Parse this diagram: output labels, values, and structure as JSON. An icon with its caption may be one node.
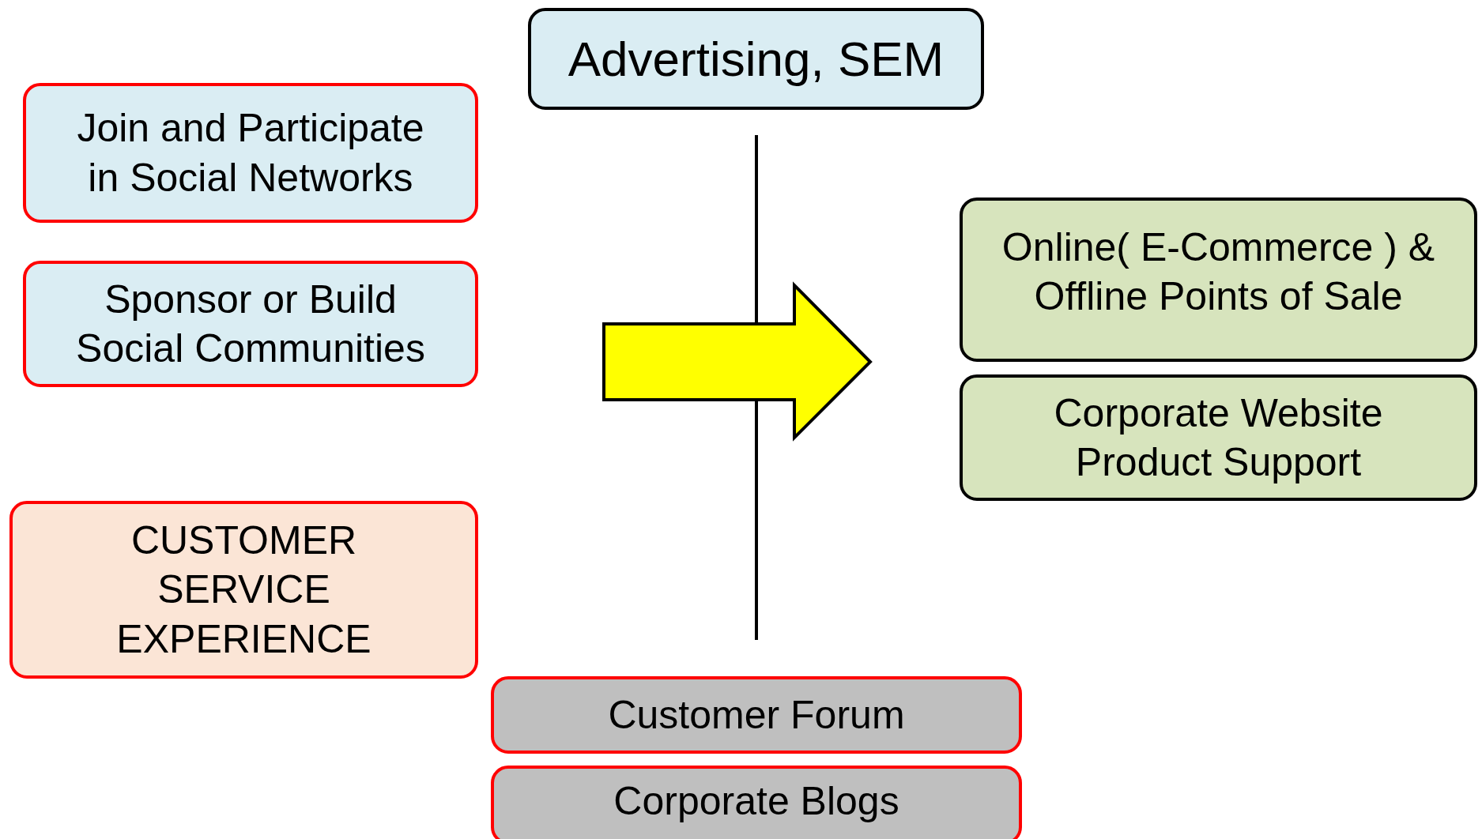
{
  "diagram": {
    "nodes": [
      {
        "text": [
          "Advertising, SEM"
        ]
      },
      {
        "text": [
          "Join and Participate in Social Networks"
        ]
      },
      {
        "text": [
          "Sponsor or Build Social Communities"
        ]
      },
      {
        "text": [
          "CUSTOMER SERVICE EXPERIENCE"
        ]
      },
      {
        "text": [
          "Online( E-Commerce ) & Offline Points of Sale"
        ]
      },
      {
        "text": [
          "Corporate Website Product Support"
        ]
      },
      {
        "text": [
          "Customer Forum"
        ]
      },
      {
        "text": [
          "Corporate Blogs"
        ]
      }
    ],
    "edges": []
  }
}
